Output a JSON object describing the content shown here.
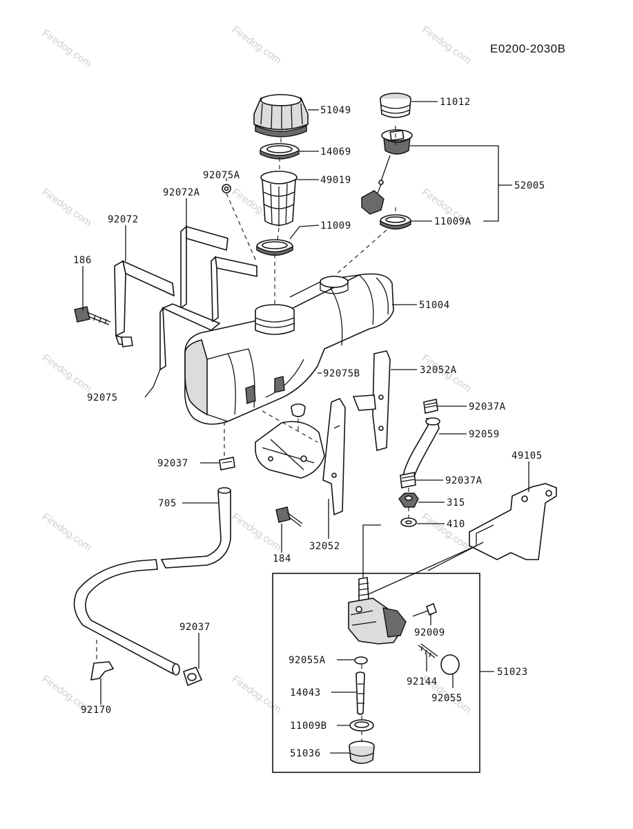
{
  "diagram_code": "E0200-2030B",
  "watermark": "Firedog.com",
  "labels": {
    "p51049": "51049",
    "p11012": "11012",
    "p14069": "14069",
    "p92075A": "92075A",
    "p49019": "49019",
    "p92072A": "92072A",
    "p52005": "52005",
    "p92072": "92072",
    "p11009": "11009",
    "p11009A": "11009A",
    "p186": "186",
    "p51004": "51004",
    "p92075B": "92075B",
    "p32052A": "32052A",
    "p92075": "92075",
    "p92037A_top": "92037A",
    "p92059": "92059",
    "p92037": "92037",
    "p49105": "49105",
    "p92037A_bot": "92037A",
    "p705": "705",
    "p315": "315",
    "p410": "410",
    "p184": "184",
    "p32052": "32052",
    "p92009": "92009",
    "p92037_low": "92037",
    "p92055A": "92055A",
    "p51023": "51023",
    "p92144": "92144",
    "p92055": "92055",
    "p14043": "14043",
    "p92170": "92170",
    "p11009B": "11009B",
    "p51036": "51036"
  }
}
